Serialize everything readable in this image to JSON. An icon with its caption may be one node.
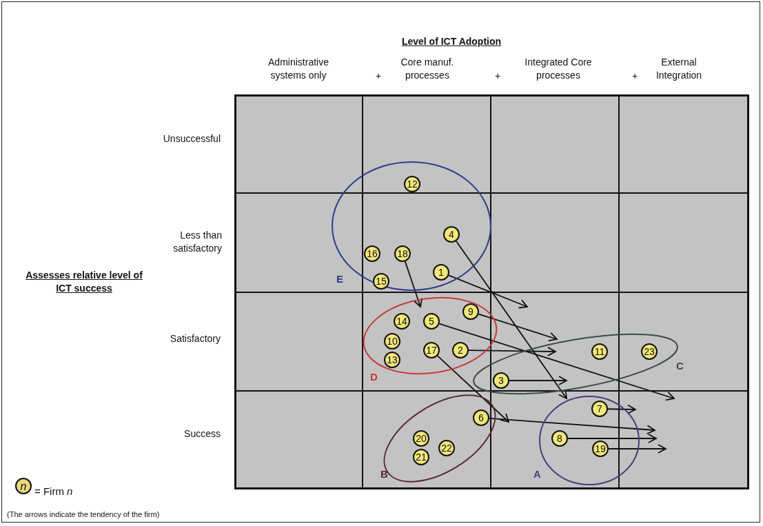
{
  "diagram": {
    "nodes": [
      {
        "text": [
          "E"
        ]
      },
      {
        "text": [
          "12"
        ],
        "in": 0
      },
      {
        "text": [
          "4"
        ],
        "in": 0
      },
      {
        "text": [
          "16"
        ],
        "in": 0
      },
      {
        "text": [
          "18"
        ],
        "in": 0
      },
      {
        "text": [
          "1"
        ],
        "in": 0
      },
      {
        "text": [
          "15"
        ],
        "in": 0
      },
      {
        "text": [
          "D"
        ]
      },
      {
        "text": [
          "9"
        ],
        "in": 7
      },
      {
        "text": [
          "14"
        ],
        "in": 7
      },
      {
        "text": [
          "5"
        ],
        "in": 7
      },
      {
        "text": [
          "10"
        ],
        "in": 7
      },
      {
        "text": [
          "17"
        ],
        "in": 7
      },
      {
        "text": [
          "2"
        ],
        "in": 7
      },
      {
        "text": [
          "13"
        ],
        "in": 7
      },
      {
        "text": [
          "C"
        ]
      },
      {
        "text": [
          "11"
        ],
        "in": 15
      },
      {
        "text": [
          "23"
        ],
        "in": 15
      },
      {
        "text": [
          "3"
        ],
        "in": 15
      },
      {
        "text": [
          "B"
        ]
      },
      {
        "text": [
          "6"
        ],
        "in": 19
      },
      {
        "text": [
          "20"
        ],
        "in": 19
      },
      {
        "text": [
          "22"
        ],
        "in": 19
      },
      {
        "text": [
          "21"
        ],
        "in": 19
      },
      {
        "text": [
          "A"
        ]
      },
      {
        "text": [
          "7"
        ],
        "in": 24
      },
      {
        "text": [
          "8"
        ],
        "in": 24
      },
      {
        "text": [
          "19"
        ],
        "in": 24
      }
    ],
    "edges": [
      {
        "from": 5,
        "to": null,
        "arrow": "to"
      },
      {
        "from": 2,
        "to": 24,
        "arrow": "to"
      },
      {
        "from": 4,
        "to": 7,
        "arrow": "to"
      },
      {
        "from": 8,
        "to": 15,
        "arrow": "to"
      },
      {
        "from": 10,
        "to": null,
        "arrow": "to"
      },
      {
        "from": 13,
        "to": 15,
        "arrow": "to"
      },
      {
        "from": 18,
        "to": null,
        "arrow": "to"
      },
      {
        "from": 12,
        "to": 19,
        "arrow": "to"
      },
      {
        "from": 20,
        "to": 24,
        "arrow": "to"
      },
      {
        "from": 25,
        "to": null,
        "arrow": "to"
      },
      {
        "from": 26,
        "to": null,
        "arrow": "to"
      },
      {
        "from": 27,
        "to": null,
        "arrow": "to"
      }
    ],
    "labels": [
      "Level of ICT Adoption",
      "Administrative systems only",
      "+",
      "Core manuf. processes",
      "+",
      "Integrated Core processes",
      "+",
      "External Integration",
      "Unsuccessful",
      "Less than satisfactory",
      "Assesses relative level of ICT success",
      "Satisfactory",
      "Success",
      "n",
      "(The arrows indicate the tendency of the firm)"
    ],
    "legend": [
      {
        "text": "= Firm *n*"
      }
    ]
  }
}
